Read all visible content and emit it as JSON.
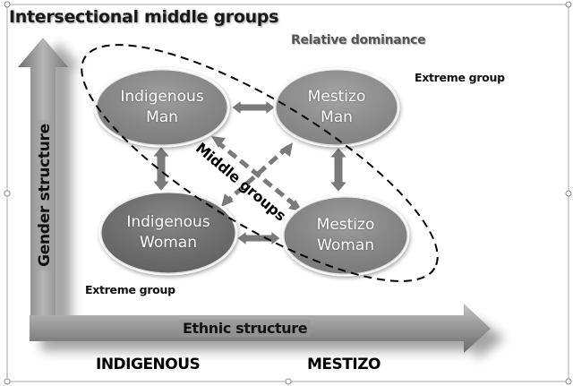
{
  "title": "Intersectional middle groups",
  "annotations": {
    "relative_dominance": "Relative dominance",
    "extreme_group_top": "Extreme group",
    "extreme_group_bottom": "Extreme group",
    "middle_groups": "Middle groups"
  },
  "axes": {
    "y_label": "Gender structure",
    "x_label": "Ethnic structure",
    "x_left": "INDIGENOUS",
    "x_right": "MESTIZO"
  },
  "nodes": {
    "indigenous_man": {
      "line1": "Indigenous",
      "line2": "Man",
      "fill": "#8c8c8c"
    },
    "mestizo_man": {
      "line1": "Mestizo",
      "line2": "Man",
      "fill": "#939393"
    },
    "indigenous_woman": {
      "line1": "Indigenous",
      "line2": "Woman",
      "fill": "#6e6e6e"
    },
    "mestizo_woman": {
      "line1": "Mestizo",
      "line2": "Woman",
      "fill": "#8a8a8a"
    }
  },
  "colors": {
    "arrow_gray": "#8a8a8a",
    "connector_gray": "#7a7a7a",
    "frame": "#a8a8a8",
    "dash": "#000000"
  }
}
